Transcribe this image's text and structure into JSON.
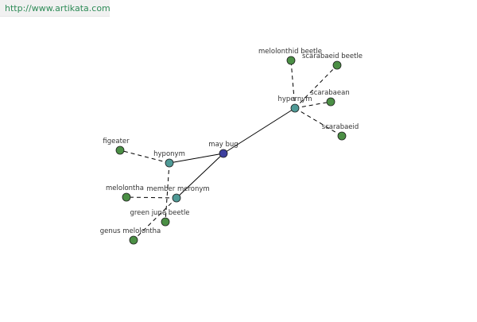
{
  "source_url": "http://www.artikata.com",
  "colors": {
    "center_node": "#3d3f9e",
    "relation_node": "#4f9a96",
    "term_node": "#4b8f45",
    "edge": "#000000",
    "label": "#333333"
  },
  "graph": {
    "center": {
      "label": "may bug"
    },
    "relations": [
      {
        "label": "hypernym",
        "terms": [
          "melolonthid beetle",
          "scarabaeid beetle",
          "scarabaean",
          "scarabaeid"
        ]
      },
      {
        "label": "hyponym",
        "terms": [
          "figeater",
          "green june beetle"
        ]
      },
      {
        "label": "member meronym",
        "terms": [
          "melolontha",
          "genus melolontha"
        ]
      }
    ]
  }
}
